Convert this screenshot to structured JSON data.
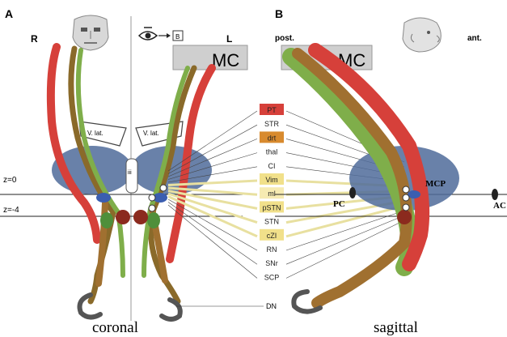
{
  "panels": {
    "a": {
      "letter": "A",
      "left_label": "R",
      "right_label": "L",
      "view_box_label": "B",
      "mc_label": "MC",
      "vlat_left": "V. lat.",
      "vlat_right": "V. lat.",
      "iii": "iii",
      "caption": "coronal"
    },
    "b": {
      "letter": "B",
      "left_label": "post.",
      "right_label": "ant.",
      "mc_label": "MC",
      "pc_label": "PC",
      "mcp_label": "MCP",
      "ac_label": "AC",
      "caption": "sagittal"
    }
  },
  "z_levels": [
    "z=0",
    "z=-4"
  ],
  "legend": [
    {
      "label": "PT",
      "color": "#d6403a"
    },
    {
      "label": "STR",
      "color": ""
    },
    {
      "label": "drt",
      "color": "#d88a2e"
    },
    {
      "label": "thal",
      "color": ""
    },
    {
      "label": "CI",
      "color": ""
    },
    {
      "label": "Vim",
      "color": "#f1e08a"
    },
    {
      "label": "ml",
      "color": "#f6ebb2"
    },
    {
      "label": "pSTN",
      "color": "#f1e08a"
    },
    {
      "label": "STN",
      "color": ""
    },
    {
      "label": "cZI",
      "color": "#f1e08a"
    },
    {
      "label": "RN",
      "color": ""
    },
    {
      "label": "SNr",
      "color": ""
    },
    {
      "label": "SCP",
      "color": ""
    }
  ],
  "dn_label": "DN",
  "colors": {
    "red_tract": "#d6403a",
    "green_tract": "#7fae4a",
    "brown_tract": "#8a6a2a",
    "blue_nucleus": "#6c7fa8",
    "mc_box": "#cfcfcf",
    "red_nucleus": "#8b2a1e"
  }
}
